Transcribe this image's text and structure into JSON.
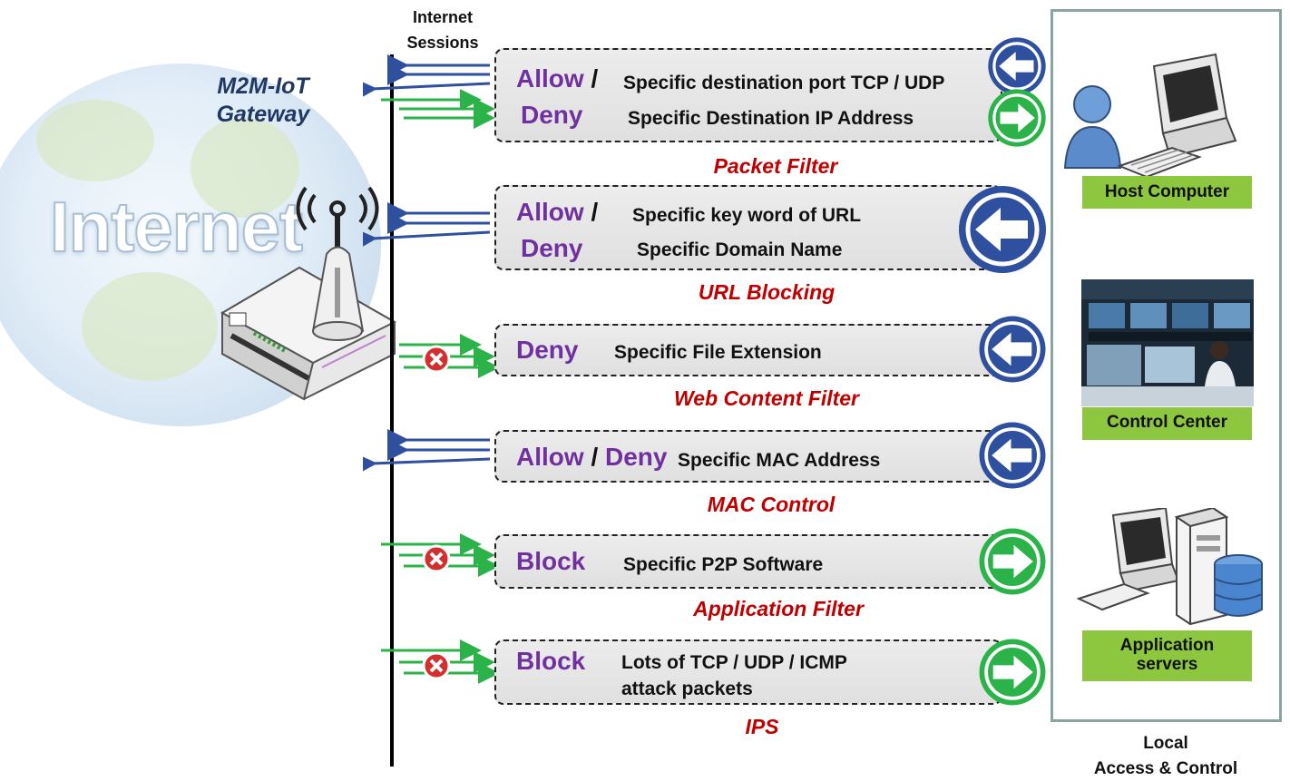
{
  "gateway": {
    "title_line1": "M2M-IoT",
    "title_line2": "Gateway"
  },
  "internet": {
    "label": "Internet"
  },
  "sessions": {
    "line1": "Internet",
    "line2": "Sessions"
  },
  "rules": [
    {
      "action_a": "Allow",
      "action_b": "Deny",
      "desc1": "Specific destination port TCP / UDP",
      "desc2": "Specific Destination  IP Address",
      "caption": "Packet Filter"
    },
    {
      "action_a": "Allow",
      "action_b": "Deny",
      "desc1": "Specific key word of URL",
      "desc2": "Specific Domain  Name",
      "caption": "URL Blocking"
    },
    {
      "action_a": "Deny",
      "desc1": "Specific File Extension",
      "caption": "Web Content Filter"
    },
    {
      "action_a": "Allow",
      "action_b": "Deny",
      "desc1": "Specific MAC Address",
      "caption": "MAC Control"
    },
    {
      "action_a": "Block",
      "desc1": "Specific P2P Software",
      "caption": "Application Filter"
    },
    {
      "action_a": "Block",
      "desc1": "Lots of TCP / UDP / ICMP",
      "desc2": "attack packets",
      "caption": "IPS"
    }
  ],
  "slash": "/",
  "local": {
    "host": "Host Computer",
    "control": "Control Center",
    "app_line1": "Application",
    "app_line2": "servers",
    "footer_line1": "Local",
    "footer_line2": "Access & Control"
  },
  "colors": {
    "blue_arrow": "#2f4f9f",
    "green_arrow": "#2bb34a",
    "caption": "#c00000",
    "action": "#7030a0",
    "label_bg": "#8dc63f"
  }
}
